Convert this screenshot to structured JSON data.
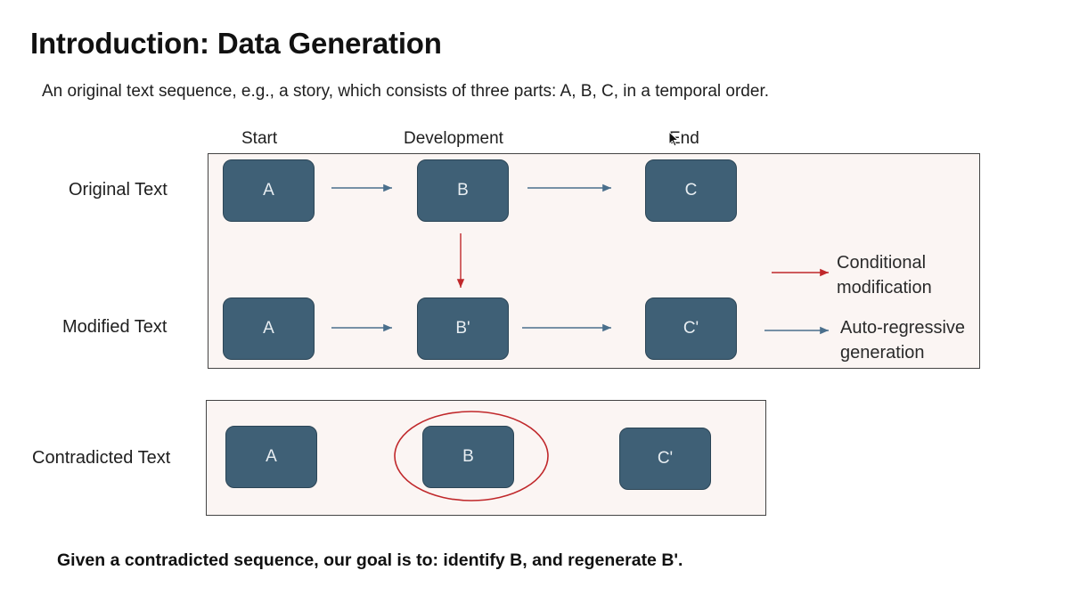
{
  "title": "Introduction: Data Generation",
  "subtitle": "An original text sequence, e.g., a story, which consists of three parts: A, B, C, in a temporal order.",
  "columns": {
    "start": "Start",
    "development": "Development",
    "end": "End"
  },
  "rows": {
    "original": {
      "label": "Original Text",
      "nodes": [
        "A",
        "B",
        "C"
      ]
    },
    "modified": {
      "label": "Modified Text",
      "nodes": [
        "A",
        "B'",
        "C'"
      ]
    },
    "contradicted": {
      "label": "Contradicted Text",
      "nodes": [
        "A",
        "B",
        "C'"
      ]
    }
  },
  "legend": {
    "conditional_line1": "Conditional",
    "conditional_line2": "modification",
    "autoregressive_line1": "Auto-regressive",
    "autoregressive_line2": "generation"
  },
  "bottom_note": "Given a contradicted sequence, our goal is to: identify B, and regenerate B'.",
  "colors": {
    "node_fill": "#3f6076",
    "panel_fill": "#fbf5f3",
    "autoregressive_arrow": "#4a6f8c",
    "conditional_arrow": "#c0282b",
    "highlight_ellipse": "#c0282b"
  }
}
